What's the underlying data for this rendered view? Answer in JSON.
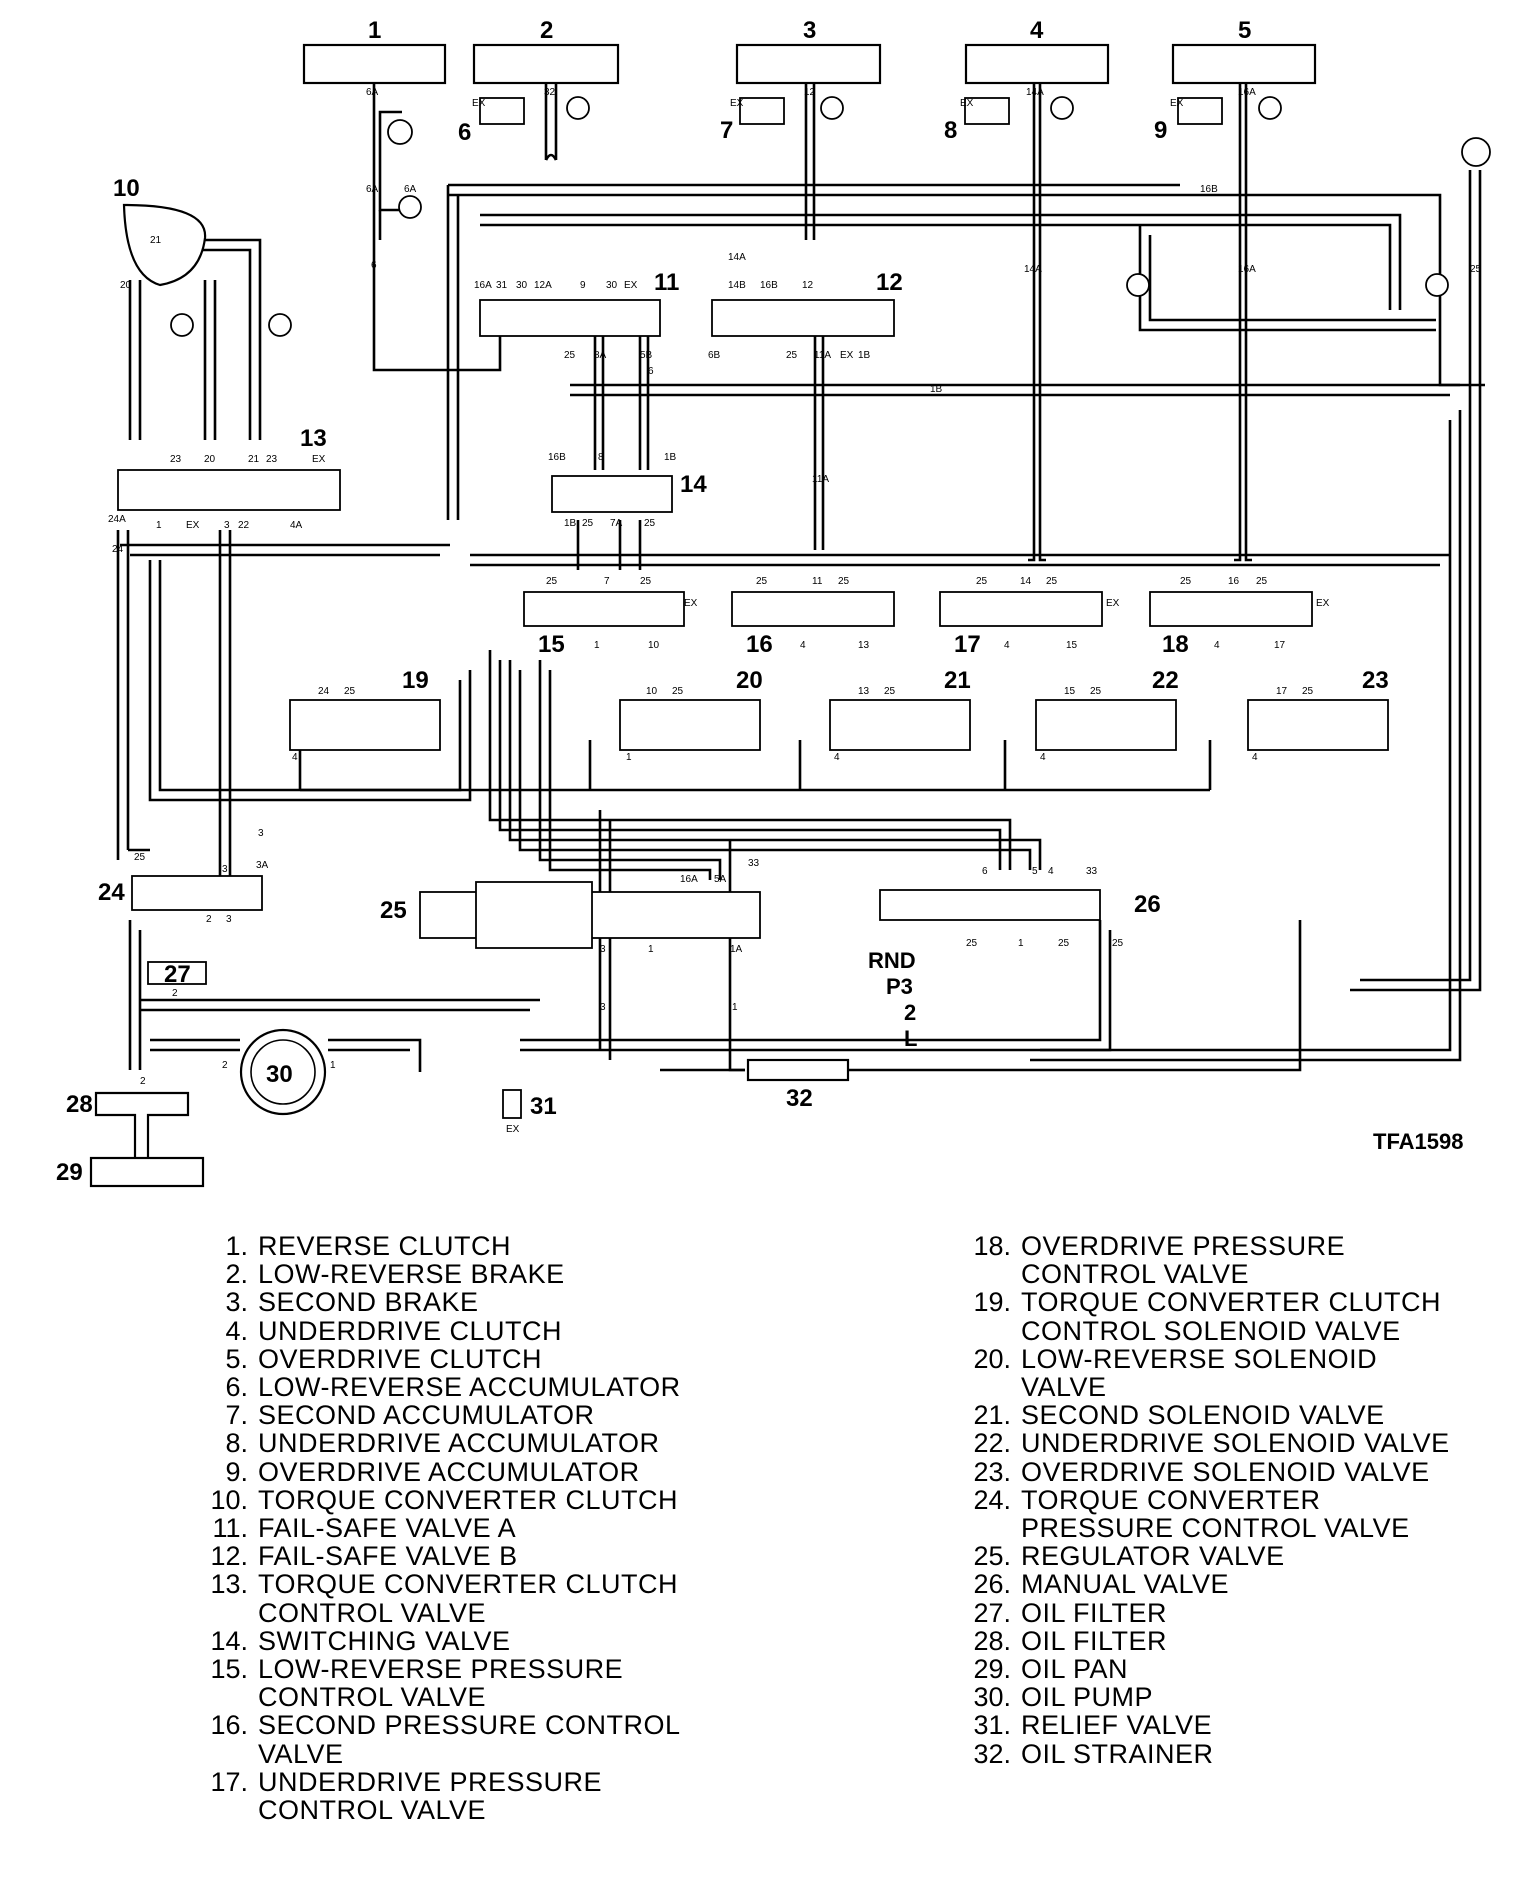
{
  "figure_id": "TFA1598",
  "callouts": [
    "1",
    "2",
    "3",
    "4",
    "5",
    "6",
    "7",
    "8",
    "9",
    "10",
    "11",
    "12",
    "13",
    "14",
    "15",
    "16",
    "17",
    "18",
    "19",
    "20",
    "21",
    "22",
    "23",
    "24",
    "25",
    "26",
    "27",
    "28",
    "29",
    "30",
    "31",
    "32"
  ],
  "port_labels": {
    "top_boxes": [
      "6A",
      "32",
      "12",
      "14A",
      "16A"
    ],
    "accumulators": [
      "EX",
      "EX",
      "EX",
      "EX"
    ],
    "left_column": [
      "6A",
      "6A",
      "6",
      "21",
      "20"
    ],
    "valve11": [
      "16A",
      "31",
      "30",
      "12A",
      "9",
      "30",
      "EX",
      "25",
      "8A",
      "5B"
    ],
    "valve12": [
      "14A",
      "14B",
      "16B",
      "12",
      "6B",
      "25",
      "11A",
      "EX",
      "1B"
    ],
    "valve13": [
      "23",
      "20",
      "21",
      "23",
      "EX",
      "24A",
      "24",
      "1",
      "EX",
      "3",
      "22",
      "4A"
    ],
    "valve14": [
      "16B",
      "8",
      "1B",
      "1B",
      "25",
      "7A",
      "25"
    ],
    "crossings": [
      "16B",
      "1B",
      "6"
    ],
    "risers": [
      "14A",
      "16A",
      "25",
      "11A"
    ],
    "pressure_valves": [
      "25",
      "7",
      "25",
      "EX",
      "1",
      "10",
      "25",
      "11",
      "25",
      "4",
      "13",
      "25",
      "14",
      "25",
      "EX",
      "4",
      "15",
      "25",
      "16",
      "25",
      "EX",
      "4",
      "17"
    ],
    "solenoids": [
      "24",
      "25",
      "4",
      "10",
      "25",
      "1",
      "13",
      "25",
      "4",
      "15",
      "25",
      "4",
      "17",
      "25",
      "4"
    ],
    "lower": [
      "25",
      "3",
      "3A",
      "3",
      "2",
      "3",
      "2",
      "3",
      "3",
      "1",
      "1A",
      "1",
      "16A",
      "5A",
      "33",
      "6",
      "5",
      "4",
      "33",
      "25",
      "1",
      "25",
      "25",
      "2",
      "2",
      "1",
      "EX"
    ],
    "manual_positions": [
      "RND",
      "P3",
      "2",
      "L"
    ]
  },
  "legend": [
    {
      "num": "1.",
      "text": "REVERSE  CLUTCH"
    },
    {
      "num": "2.",
      "text": "LOW-REVERSE  BRAKE"
    },
    {
      "num": "3.",
      "text": "SECOND  BRAKE"
    },
    {
      "num": "4.",
      "text": "UNDERDRIVE  CLUTCH"
    },
    {
      "num": "5.",
      "text": "OVERDRIVE  CLUTCH"
    },
    {
      "num": "6.",
      "text": "LOW-REVERSE  ACCUMULATOR"
    },
    {
      "num": "7.",
      "text": "SECOND  ACCUMULATOR"
    },
    {
      "num": "8.",
      "text": "UNDERDRIVE  ACCUMULATOR"
    },
    {
      "num": "9.",
      "text": "OVERDRIVE  ACCUMULATOR"
    },
    {
      "num": "10.",
      "text": "TORQUE  CONVERTER  CLUTCH"
    },
    {
      "num": "11.",
      "text": "FAIL-SAFE  VALVE  A"
    },
    {
      "num": "12.",
      "text": "FAIL-SAFE  VALVE  B"
    },
    {
      "num": "13.",
      "text": "TORQUE  CONVERTER  CLUTCH\nCONTROL  VALVE"
    },
    {
      "num": "14.",
      "text": "SWITCHING  VALVE"
    },
    {
      "num": "15.",
      "text": "LOW-REVERSE  PRESSURE\nCONTROL  VALVE"
    },
    {
      "num": "16.",
      "text": "SECOND  PRESSURE  CONTROL\nVALVE"
    },
    {
      "num": "17.",
      "text": "UNDERDRIVE  PRESSURE\nCONTROL  VALVE"
    },
    {
      "num": "18.",
      "text": "OVERDRIVE  PRESSURE\nCONTROL  VALVE"
    },
    {
      "num": "19.",
      "text": "TORQUE  CONVERTER  CLUTCH\nCONTROL  SOLENOID  VALVE"
    },
    {
      "num": "20.",
      "text": "LOW-REVERSE  SOLENOID\nVALVE"
    },
    {
      "num": "21.",
      "text": "SECOND  SOLENOID  VALVE"
    },
    {
      "num": "22.",
      "text": "UNDERDRIVE  SOLENOID  VALVE"
    },
    {
      "num": "23.",
      "text": "OVERDRIVE  SOLENOID  VALVE"
    },
    {
      "num": "24.",
      "text": "TORQUE  CONVERTER\nPRESSURE  CONTROL  VALVE"
    },
    {
      "num": "25.",
      "text": "REGULATOR  VALVE"
    },
    {
      "num": "26.",
      "text": "MANUAL  VALVE"
    },
    {
      "num": "27.",
      "text": "OIL  FILTER"
    },
    {
      "num": "28.",
      "text": "OIL  FILTER"
    },
    {
      "num": "29.",
      "text": "OIL  PAN"
    },
    {
      "num": "30.",
      "text": "OIL  PUMP"
    },
    {
      "num": "31.",
      "text": "RELIEF  VALVE"
    },
    {
      "num": "32.",
      "text": "OIL  STRAINER"
    }
  ]
}
